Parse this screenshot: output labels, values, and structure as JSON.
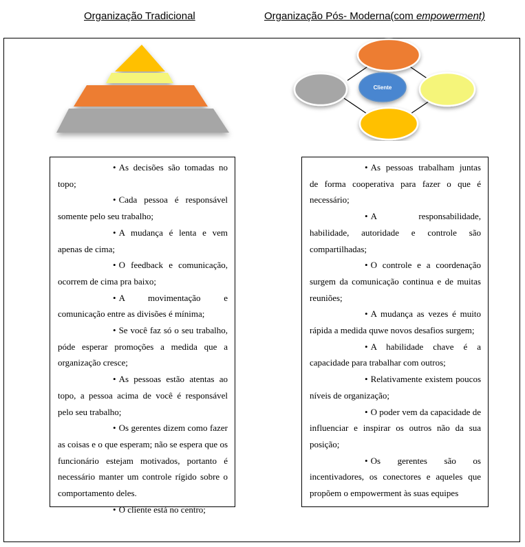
{
  "headings": {
    "left": "Organização Tradicional",
    "right_main": "Organização Pós- Moderna(com ",
    "right_italic": "empowerment)"
  },
  "diagram": {
    "center_label": "Cliente",
    "colors": {
      "orange": "#ED7D31",
      "yellow": "#FFC000",
      "light_yellow": "#F5F57A",
      "gray": "#A6A6A6",
      "blue": "#4A86D0"
    }
  },
  "bullet_symbol": "•",
  "left_list": [
    "As decisões são tomadas no topo;",
    "Cada pessoa é responsável somente pelo seu trabalho;",
    "A mudança é lenta e vem apenas de cima;",
    "O feedback e comunicação, ocorrem de cima pra baixo;",
    "A movimentação e comunicação entre as divisões é mínima;",
    "Se você faz só o seu trabalho, póde esperar promoções a medida que a organização cresce;",
    "As pessoas estão atentas ao topo, a pessoa acima de você é responsável pelo seu trabalho;",
    "Os gerentes dizem como fazer as coisas e o que esperam; não se espera que os funcionário estejam motivados, portanto é necessário manter um controle rígido sobre o comportamento deles.",
    "O cliente está no centro;"
  ],
  "right_list": [
    "As pessoas trabalham juntas de forma cooperativa para fazer o que é necessário;",
    "A responsabilidade, habilidade, autoridade e controle são compartilhadas;",
    "O controle e a coordenação surgem da comunicação continua e de muitas reuniões;",
    "A mudança as vezes é muito rápida a medida quwe novos desafios surgem;",
    "A habilidade chave é a capacidade para trabalhar com outros;",
    "Relativamente existem poucos níveis de organização;",
    "O poder vem da capacidade de influenciar e inspirar os outros não da sua posição;",
    "Os gerentes são os incentivadores, os conectores e aqueles que propõem o empowerment às suas equipes"
  ]
}
